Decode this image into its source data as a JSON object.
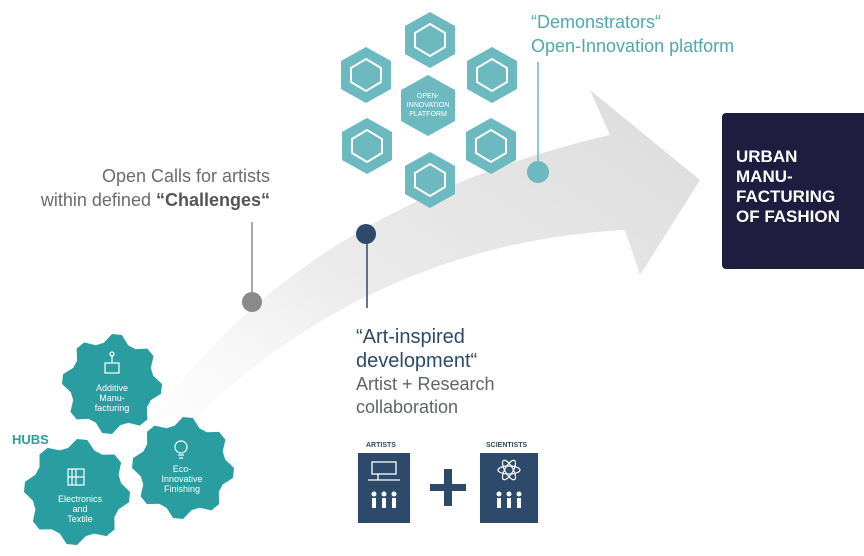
{
  "hubs_label": "HUBS",
  "gears": [
    {
      "label": "Additive\nManu-\nfacturing"
    },
    {
      "label": "Eco-\nInnovative\nFinishing"
    },
    {
      "label": "Electronics\nand\nTextile"
    }
  ],
  "open_calls": {
    "line1": "Open Calls for artists",
    "line2_prefix": "within defined ",
    "line2_bold": "“Challenges“"
  },
  "demonstrators": {
    "title": "“Demonstrators“",
    "subtitle": "Open-Innovation platform"
  },
  "platform_label": "OPEN-\nINNOVATION\nPLATFORM",
  "art_inspired": {
    "line1": "“Art-inspired",
    "line2": "development“",
    "line3": "Artist + Research",
    "line4": "collaboration"
  },
  "artists_label": "ARTISTS",
  "scientists_label": "SCIENTISTS",
  "urban": {
    "line1": "URBAN",
    "line2": "MANU-",
    "line3": "FACTURING",
    "line4": "OF FASHION"
  },
  "colors": {
    "teal": "#2a9da1",
    "light_teal": "#6db9c0",
    "navy": "#2d4a6b",
    "dark": "#1f1d3f",
    "gray": "#8a8a8a"
  }
}
